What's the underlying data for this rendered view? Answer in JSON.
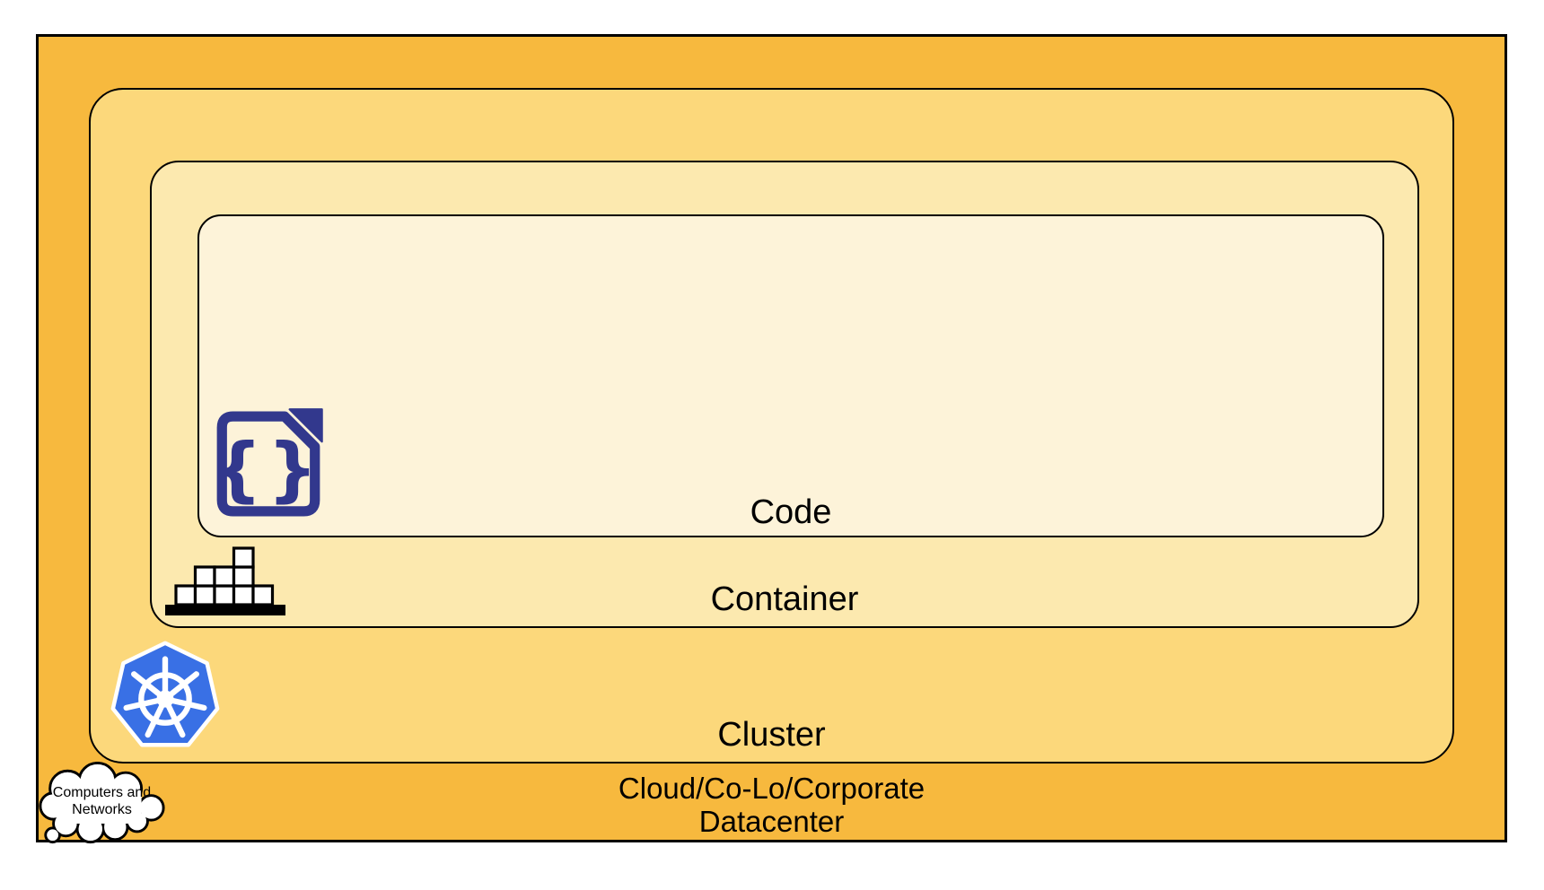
{
  "diagram": {
    "title": "Nested cloud-native layers diagram",
    "code": {
      "label": "Code",
      "fill": "#FDF3D9"
    },
    "container": {
      "label": "Container",
      "fill": "#FCE9AF"
    },
    "cluster": {
      "label": "Cluster",
      "fill": "#FCD87B"
    },
    "cloud": {
      "label_line1": "Cloud/Co-Lo/Corporate",
      "label_line2": "Datacenter",
      "fill": "#F7B93E"
    },
    "cloud_bubble": {
      "line1": "Computers and",
      "line2": "Networks"
    },
    "icons": {
      "code_file": {
        "name": "code-file-icon",
        "color": "#32388D",
        "glyph": "{}"
      },
      "container_stack": {
        "name": "container-stack-icon",
        "color": "#000000"
      },
      "kubernetes_helm": {
        "name": "kubernetes-icon",
        "color": "#3970E5"
      }
    },
    "border_color": "#000000"
  }
}
